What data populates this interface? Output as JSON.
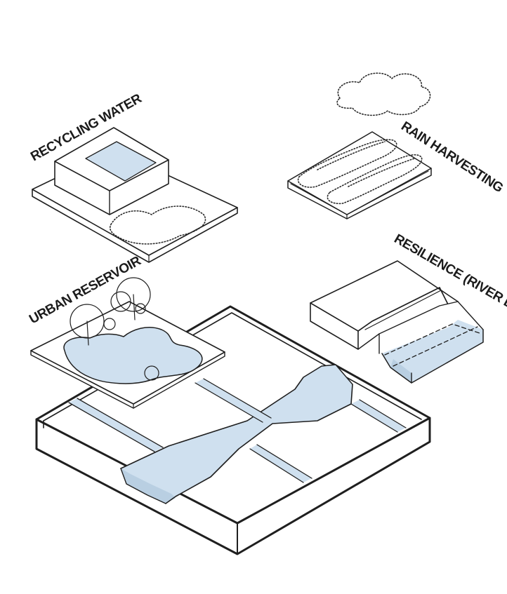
{
  "labels": {
    "recycling_water": "RECYCLING WATER",
    "rain_harvesting": "RAIN HARVESTING",
    "resilience": "RESILIENCE (RIVER DIKE)",
    "urban_reservoir": "URBAN RESERVOIR"
  },
  "colors": {
    "ink": "#1f1f1f",
    "water": "#cfe0ef",
    "water_shadow": "#b9cfe2",
    "paper": "#ffffff"
  }
}
